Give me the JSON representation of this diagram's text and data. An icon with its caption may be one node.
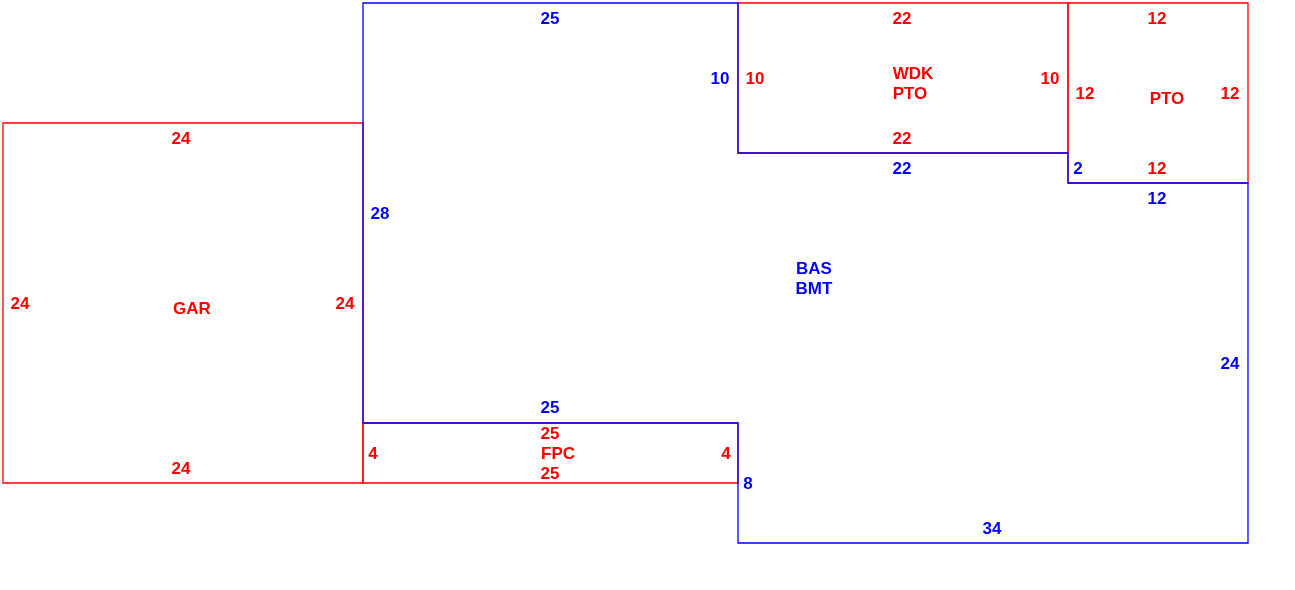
{
  "diagram": {
    "nodes": [
      {
        "text": [
          "GAR"
        ]
      },
      {
        "text": [
          "BAS",
          "BMT"
        ]
      },
      {
        "text": [
          "WDK",
          "PTO"
        ]
      },
      {
        "text": [
          "PTO"
        ]
      },
      {
        "text": [
          "FPC"
        ]
      }
    ],
    "labels": [
      "25",
      "22",
      "12",
      "10",
      "10",
      "10",
      "12",
      "12",
      "24",
      "22",
      "22",
      "2",
      "12",
      "12",
      "28",
      "24",
      "24",
      "24",
      "25",
      "25",
      "4",
      "4",
      "24",
      "25",
      "8",
      "34"
    ]
  }
}
